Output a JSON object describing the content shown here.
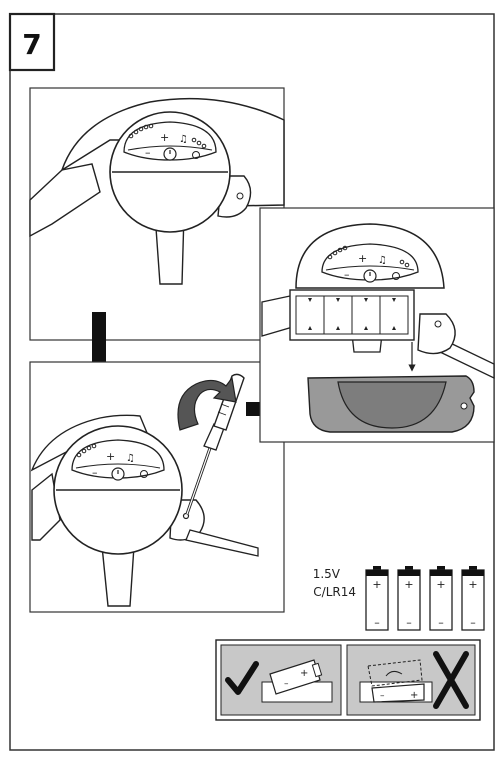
{
  "step": {
    "number": "7"
  },
  "battery": {
    "voltage": "1.5V",
    "type": "C/LR14",
    "count": 4,
    "plus": "+",
    "minus": "–"
  },
  "control_panel": {
    "plus": "+",
    "minus": "–"
  },
  "orientation": {
    "correct": "correct-icon",
    "incorrect": "incorrect-icon"
  },
  "colors": {
    "line": "#222222",
    "cover_gray": "#999999",
    "cover_dark": "#7d7d7d",
    "black": "#111111"
  }
}
